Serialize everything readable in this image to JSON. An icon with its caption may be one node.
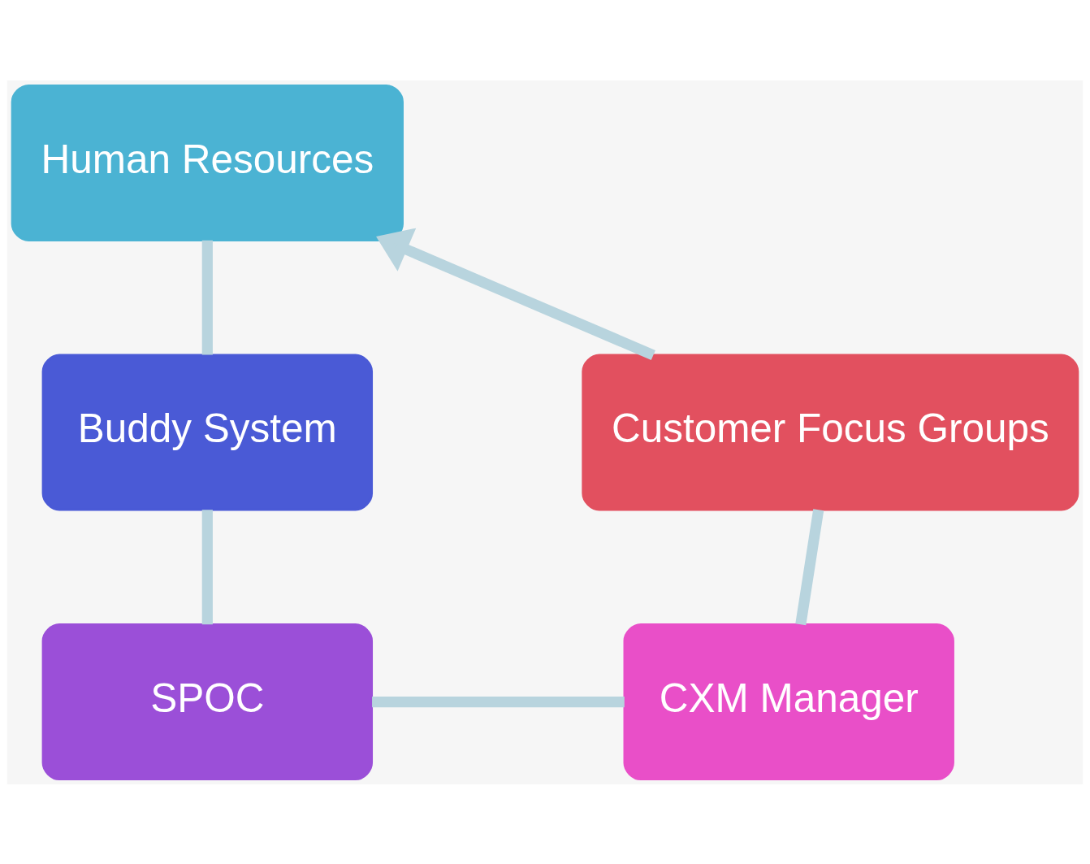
{
  "diagram": {
    "nodes": [
      {
        "text": [
          "Human Resources"
        ]
      },
      {
        "text": [
          "Buddy System"
        ]
      },
      {
        "text": [
          "SPOC"
        ]
      },
      {
        "text": [
          "CXM Manager"
        ]
      },
      {
        "text": [
          "Customer Focus Groups"
        ]
      }
    ],
    "edges": [
      {
        "from": 0,
        "to": 1,
        "arrow": "none"
      },
      {
        "from": 1,
        "to": 2,
        "arrow": "none"
      },
      {
        "from": 2,
        "to": 3,
        "arrow": "none"
      },
      {
        "from": 3,
        "to": 4,
        "arrow": "none"
      },
      {
        "from": 4,
        "to": 0,
        "arrow": "to"
      }
    ]
  }
}
